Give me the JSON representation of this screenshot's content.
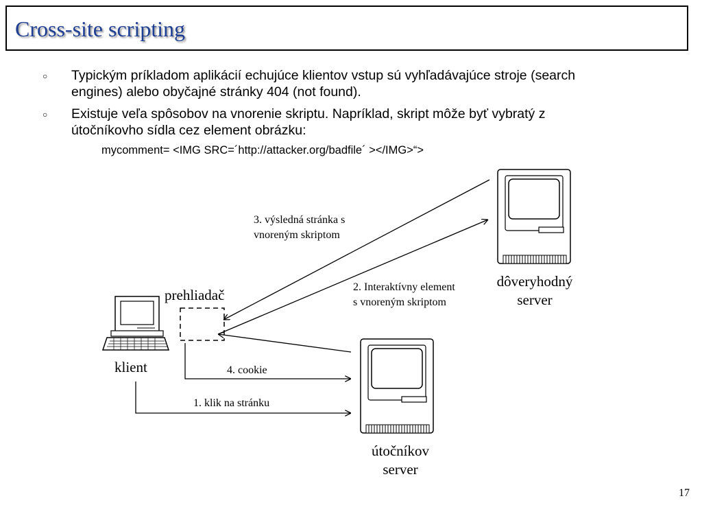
{
  "slide": {
    "title": "Cross-site scripting",
    "page_number": "17"
  },
  "bullets": [
    {
      "mark": "○",
      "line1": "Typickým príkladom aplikácií echujúce klientov vstup sú vyhľadávajúce stroje (search",
      "line2": "engines) alebo obyčajné stránky 404 (not found)."
    },
    {
      "mark": "○",
      "line1": "Existuje veľa spôsobov na vnorenie skriptu. Napríklad, skript môže byť vybratý z",
      "line2": "útočníkovho sídla cez element obrázku:"
    }
  ],
  "code_example": "mycomment= <IMG SRC=´http://attacker.org/badfile´ ></IMG>“>",
  "diagram": {
    "nodes": {
      "client": {
        "label": "klient",
        "icon": "desktop-computer-icon"
      },
      "browser": {
        "label": "prehliadač"
      },
      "trusted_server": {
        "label_line1": "dôveryhodný",
        "label_line2": "server",
        "icon": "classic-mac-server-icon"
      },
      "attacker_server": {
        "label_line1": "útočníkov",
        "label_line2": "server",
        "icon": "classic-mac-server-icon"
      }
    },
    "edges": [
      {
        "id": "step1",
        "line1": "1. klik na stránku"
      },
      {
        "id": "step2",
        "line1": "2. Interaktívny element",
        "line2": "s vnoreným skriptom"
      },
      {
        "id": "step3",
        "line1": "3. výsledná stránka s",
        "line2": "vnoreným skriptom"
      },
      {
        "id": "step4",
        "line1": "4. cookie"
      }
    ]
  }
}
